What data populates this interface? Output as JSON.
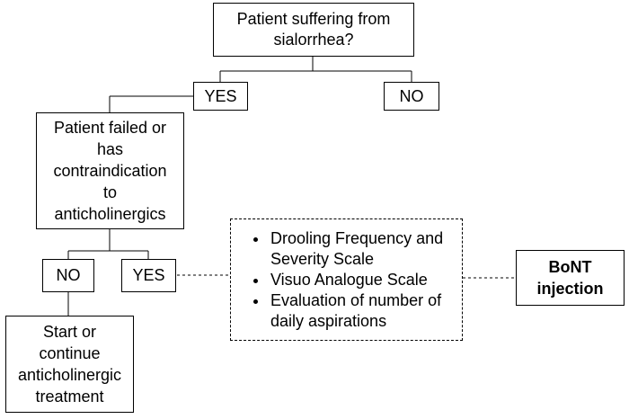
{
  "nodes": {
    "question": "Patient suffering from sialorrhea?",
    "yes_top": "YES",
    "no_top": "NO",
    "failed": "Patient failed or has contraindication to anticholinergics",
    "no_mid": "NO",
    "yes_mid": "YES",
    "start": "Start or continue anticholinergic treatment",
    "bont": "BoNT injection"
  },
  "assessments": [
    "Drooling Frequency and Severity Scale",
    "Visuo Analogue Scale",
    "Evaluation of number of daily aspirations"
  ]
}
